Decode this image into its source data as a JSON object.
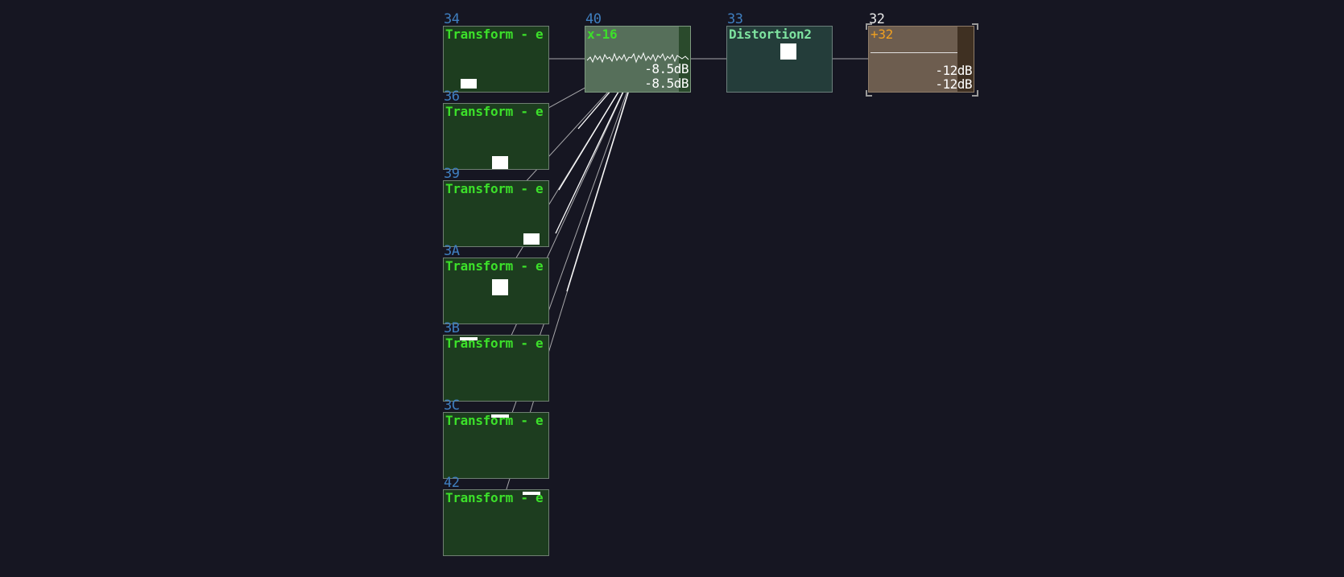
{
  "nodes": {
    "n34": {
      "id": "34",
      "title": "Transform - e"
    },
    "n36": {
      "id": "36",
      "title": "Transform - e"
    },
    "n39": {
      "id": "39",
      "title": "Transform - e"
    },
    "n3a": {
      "id": "3A",
      "title": "Transform - e"
    },
    "n3b": {
      "id": "3B",
      "title": "Transform - e"
    },
    "n3c": {
      "id": "3C",
      "title": "Transform - e"
    },
    "n42": {
      "id": "42",
      "title": "Transform - e"
    },
    "n40": {
      "id": "40",
      "title": "x-16",
      "level_l": "-8.5dB",
      "level_r": "-8.5dB"
    },
    "n33": {
      "id": "33",
      "title": "Distortion2"
    },
    "n32": {
      "id": "32",
      "title": "+32",
      "level_l": "-12dB",
      "level_r": "-12dB"
    }
  },
  "colors": {
    "background": "#161622",
    "transform_node": "#1d3d1f",
    "title_green": "#3ce02a",
    "id_blue": "#3f7fc0",
    "output_accent": "#f0a020"
  }
}
